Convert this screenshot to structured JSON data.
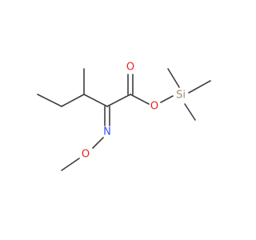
{
  "molecule": {
    "atoms": {
      "O_carbonyl": {
        "label": "O",
        "color": "#ee2020"
      },
      "O_ester": {
        "label": "O",
        "color": "#ee2020"
      },
      "Si": {
        "label": "Si",
        "color": "#a08c6e"
      },
      "N": {
        "label": "N",
        "color": "#3050f8"
      },
      "O_methoxy": {
        "label": "O",
        "color": "#ee2020"
      }
    },
    "bond_color": "#3d3d3d"
  }
}
